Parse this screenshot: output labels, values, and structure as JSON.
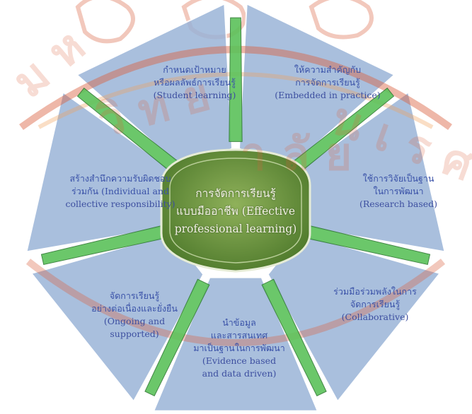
{
  "colors": {
    "wedge_blue": "#9bb4d8",
    "ray_green": "#5cc25a",
    "watermark_red": "#d9603e",
    "watermark_orange": "#f2a05a",
    "center_green": "#6a8f3f",
    "label_blue": "#3a52a8",
    "center_text": "#f4f1e4"
  },
  "center": {
    "thai": "การจัดการเรียนรู้",
    "line2": "แบบมืออาชีพ (Effective",
    "line3": "professional learning)"
  },
  "elements": [
    {
      "thai1": "กำหนดเป้าหมาย",
      "thai2": "หรือผลลัพธ์การเรียนรู้",
      "en": "(Student learning)"
    },
    {
      "thai1": "ให้ความสำคัญกับ",
      "thai2": "การจัดการเรียนรู้",
      "en": "(Embedded in practice)"
    },
    {
      "thai1": "ใช้การวิจัยเป็นฐาน",
      "thai2": "ในการพัฒนา",
      "en": "(Research based)"
    },
    {
      "thai1": "ร่วมมือร่วมพลังในการ",
      "thai2": "จัดการเรียนรู้",
      "en": "(Collaborative)"
    },
    {
      "thai1": "นำข้อมูล",
      "thai2": "และสารสนเทศ",
      "thai3": "มาเป็นฐานในการพัฒนา",
      "en1": "(Evidence based",
      "en2": "and data driven)"
    },
    {
      "thai1": "จัดการเรียนรู้",
      "thai2": "อย่างต่อเนื่องและยั่งยืน",
      "en1": "(Ongoing and",
      "en2": "supported)"
    },
    {
      "thai1": "สร้างสำนึกความรับผิดชอบ",
      "thai2": "ร่วมกัน (Individual and",
      "en": "collective responsibility)"
    }
  ],
  "watermark": {
    "text": "มหาวิทยาลัยนเรศวร",
    "decor": "elephant-seal"
  }
}
